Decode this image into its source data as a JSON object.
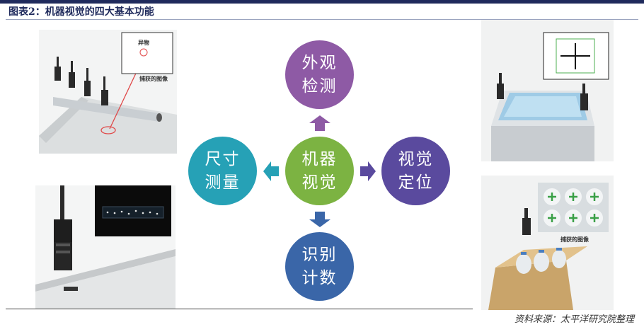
{
  "figure": {
    "title": "图表2：机器视觉的四大基本功能",
    "source": "资料来源：太平洋研究院整理"
  },
  "diagram": {
    "center": {
      "line1": "机器",
      "line2": "视觉",
      "color": "#7cb342"
    },
    "top": {
      "line1": "外观",
      "line2": "检测",
      "color": "#8e5aa5"
    },
    "right": {
      "line1": "视觉",
      "line2": "定位",
      "color": "#5a4a9e"
    },
    "bottom": {
      "line1": "识别",
      "line2": "计数",
      "color": "#3a66a8"
    },
    "left": {
      "line1": "尺寸",
      "line2": "测量",
      "color": "#26a1b6"
    },
    "arrow_colors": {
      "up": "#8e5aa5",
      "right": "#5a4a9e",
      "down": "#3a66a8",
      "left": "#26a1b6"
    }
  },
  "photos": {
    "inspection": {
      "caption_foreign": "异物",
      "caption_image": "捕获的图像"
    },
    "counting": {
      "caption_image": "捕获的图像"
    }
  }
}
